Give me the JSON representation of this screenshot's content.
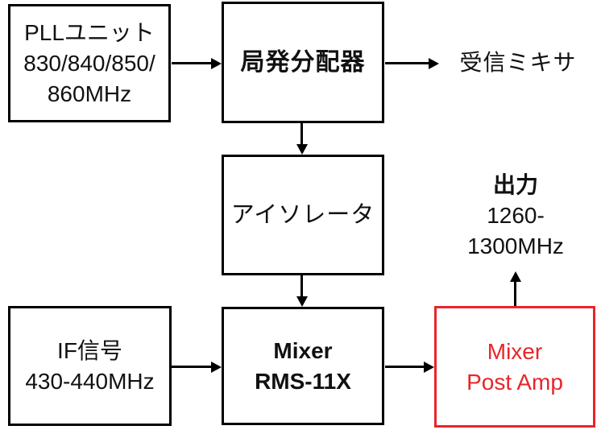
{
  "diagram": {
    "type": "block-diagram",
    "colors": {
      "highlight_red": "#e8252a",
      "line_black": "#000000",
      "text_black": "#111111",
      "background": "#ffffff"
    },
    "nodes": {
      "pll_unit": {
        "lines": [
          "PLLユニット",
          "830/840/850/",
          "860MHz"
        ]
      },
      "lo_distributor": {
        "lines": [
          "局発分配器"
        ]
      },
      "isolator": {
        "lines": [
          "アイソレータ"
        ]
      },
      "if_signal": {
        "lines": [
          "IF信号",
          "430-440MHz"
        ]
      },
      "mixer_rms11x": {
        "lines": [
          "Mixer",
          "RMS-11X"
        ]
      },
      "mixer_post_amp": {
        "lines": [
          "Mixer",
          "Post Amp"
        ],
        "highlighted": true
      }
    },
    "labels": {
      "rx_mixer": "受信ミキサ",
      "output": {
        "lines": [
          "出力",
          "1260-",
          "1300MHz"
        ]
      }
    },
    "edges": [
      {
        "from": "pll_unit",
        "to": "lo_distributor",
        "direction": "right"
      },
      {
        "from": "lo_distributor",
        "to": "rx_mixer",
        "direction": "right"
      },
      {
        "from": "lo_distributor",
        "to": "isolator",
        "direction": "down"
      },
      {
        "from": "isolator",
        "to": "mixer_rms11x",
        "direction": "down"
      },
      {
        "from": "if_signal",
        "to": "mixer_rms11x",
        "direction": "right"
      },
      {
        "from": "mixer_rms11x",
        "to": "mixer_post_amp",
        "direction": "right"
      },
      {
        "from": "mixer_post_amp",
        "to": "output",
        "direction": "up"
      }
    ]
  }
}
